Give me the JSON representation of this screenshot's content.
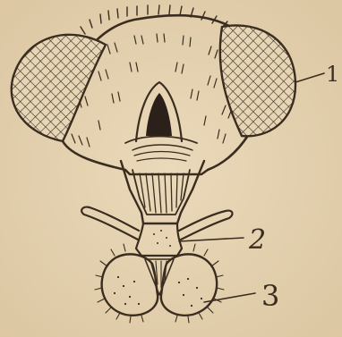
{
  "labels": {
    "compound_eye": "1",
    "mid_part": "2",
    "labellum": "3"
  }
}
